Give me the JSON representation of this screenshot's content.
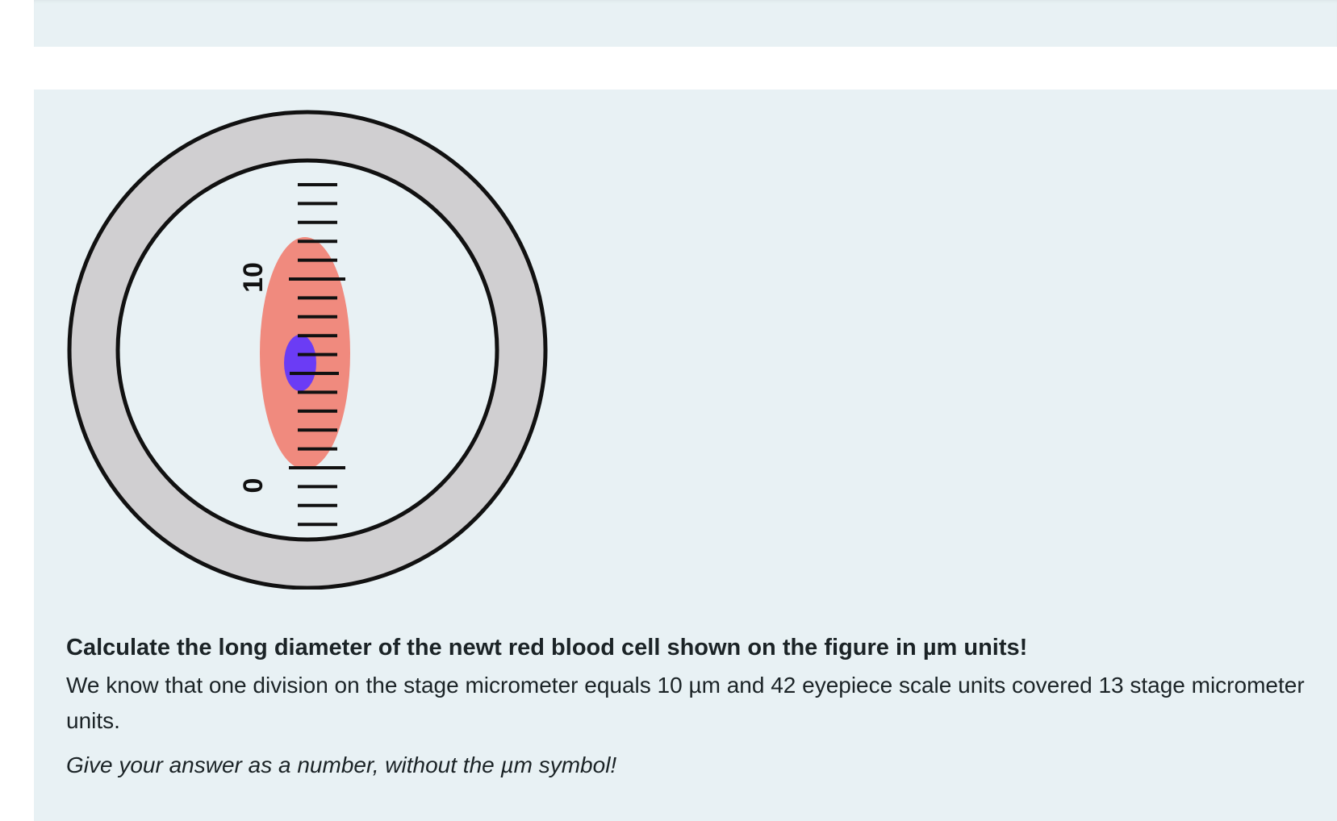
{
  "question": {
    "title": "Calculate the long diameter of the newt red blood cell shown on the figure in µm units!",
    "body": "We know that one division on the stage micrometer equals 10 µm and 42 eyepiece scale units covered 13 stage micrometer units.",
    "hint": "Give your answer as a number, without the µm symbol!"
  },
  "figure": {
    "scale_labels": [
      "0",
      "10"
    ],
    "colors": {
      "outer_ring": "#d0cfd1",
      "field": "#e8f1f4",
      "cell": "#f08a7e",
      "nucleus": "#6b3cf5",
      "ticks": "#111111"
    }
  }
}
